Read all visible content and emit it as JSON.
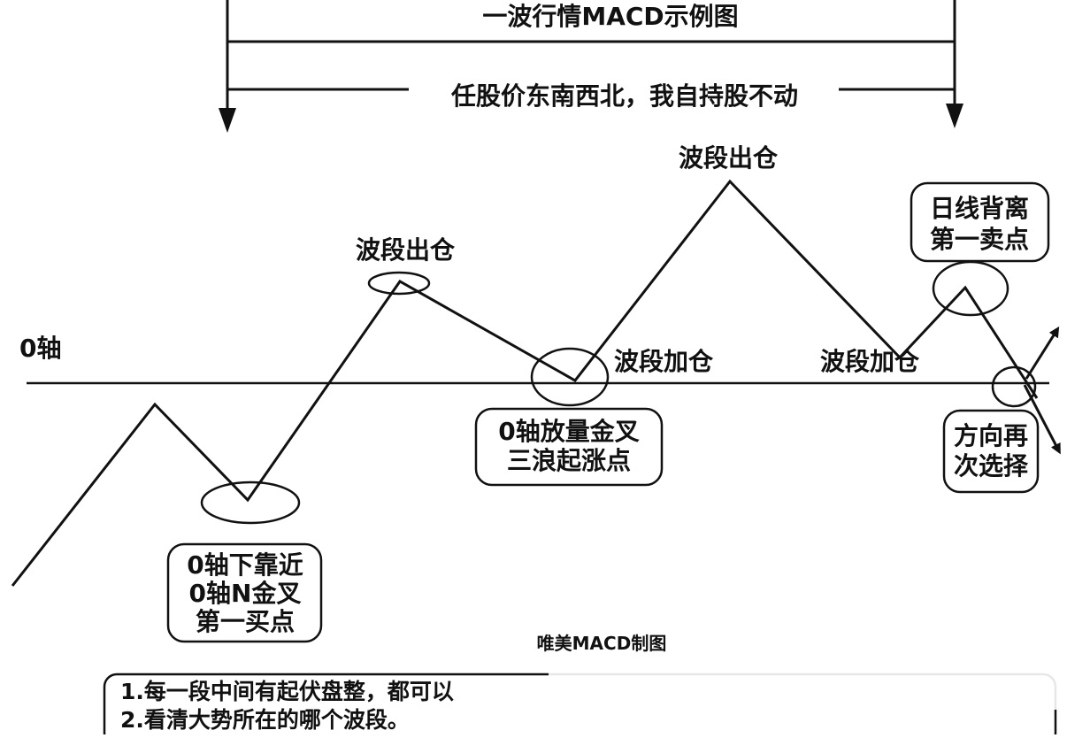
{
  "title": "一波行情MACD示例图",
  "subtitle": "任股价东南西北，我自持股不动",
  "zero_axis_label": "0轴",
  "peak_labels": [
    "波段出仓",
    "波段出仓"
  ],
  "add_labels": [
    "波段加仓",
    "波段加仓"
  ],
  "box_buy1": [
    "0轴下靠近",
    "0轴N金叉",
    "第一买点"
  ],
  "box_wave3": [
    "0轴放量金叉",
    "三浪起涨点"
  ],
  "box_sell1": [
    "日线背离",
    "第一卖点"
  ],
  "box_direction": [
    "方向再",
    "次选择"
  ],
  "watermark": "唯美MACD制图",
  "notes": [
    "1.每一段中间有起伏盘整，都可以",
    "2.看清大势所在的哪个波段。"
  ],
  "colors": {
    "ink": "#111111",
    "background": "#ffffff"
  }
}
